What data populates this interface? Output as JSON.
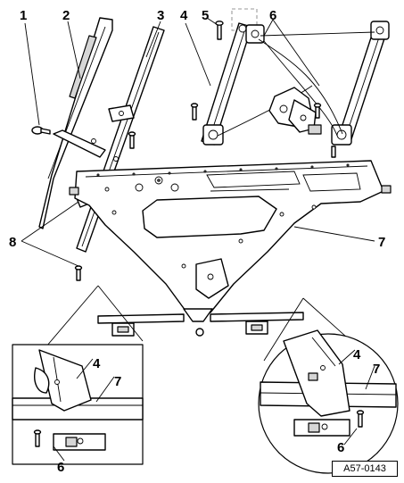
{
  "diagram": {
    "reference_code": "A57-0143",
    "callouts": {
      "c1": "1",
      "c2": "2",
      "c3": "3",
      "c4": "4",
      "c5": "5",
      "c6": "6",
      "c7": "7",
      "c8": "8",
      "detail_left_4": "4",
      "detail_left_7": "7",
      "detail_left_6": "6",
      "detail_right_4": "4",
      "detail_right_7": "7",
      "detail_right_6": "6"
    }
  }
}
